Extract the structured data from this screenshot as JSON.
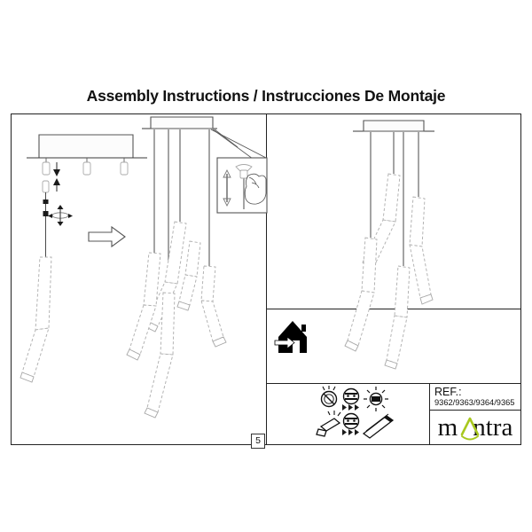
{
  "document": {
    "title": "Assembly Instructions / Instrucciones De Montaje",
    "page_number": "5"
  },
  "reference": {
    "label": "REF.:",
    "value": "9362/9363/9364/9365"
  },
  "brand": {
    "name_part1": "m",
    "name_part2": "ntra",
    "full_name": "mantra",
    "mark_color": "#A8C81E",
    "text_color": "#111111"
  },
  "panels": {
    "left": {
      "name": "assembly-steps-panel",
      "elements": {
        "ceiling_plate": "rectangular-canopy-with-three-outlets",
        "down_arrow": "insert-cable-down",
        "up_arrow": "push-cable-up",
        "twist_arrow": "rotate-to-lock",
        "progress_arrow": "proceed-to-next-step",
        "detail_inset": "hand-adjusting-cable-height",
        "inset_arrow": "vertical-double-arrow"
      }
    },
    "right": {
      "name": "finished-product-panel",
      "elements": {
        "ceiling_plate": "rectangular-canopy-with-three-outlets",
        "pendants": "three-tubular-pendant-lamps"
      }
    }
  },
  "warning": {
    "name": "qualified-electrician-indoor-use",
    "icon": "house-with-arrow-icon",
    "background": "#000000"
  },
  "pictograms": {
    "row1": [
      {
        "name": "do-not-touch-hot-bulb-icon",
        "glyph": "hot-bulb-crossed"
      },
      {
        "name": "arrows-right-icon",
        "glyph": "triple-arrow"
      },
      {
        "name": "shocked-face-icon",
        "glyph": "face-warning"
      },
      {
        "name": "arrows-right-icon-2",
        "glyph": "triple-arrow"
      },
      {
        "name": "led-lamp-icon",
        "glyph": "led-sun"
      }
    ],
    "row2": [
      {
        "name": "broken-tube-icon",
        "glyph": "damaged-lamp"
      },
      {
        "name": "arrows-right-icon-3",
        "glyph": "triple-arrow"
      },
      {
        "name": "shocked-face-icon-2",
        "glyph": "face-warning"
      },
      {
        "name": "arrows-right-icon-4",
        "glyph": "triple-arrow"
      },
      {
        "name": "replacement-tube-icon",
        "glyph": "new-lamp"
      }
    ]
  },
  "colors": {
    "line": "#333333",
    "light_line": "#9a9a9a",
    "frame": "#222222",
    "paper": "#ffffff"
  }
}
